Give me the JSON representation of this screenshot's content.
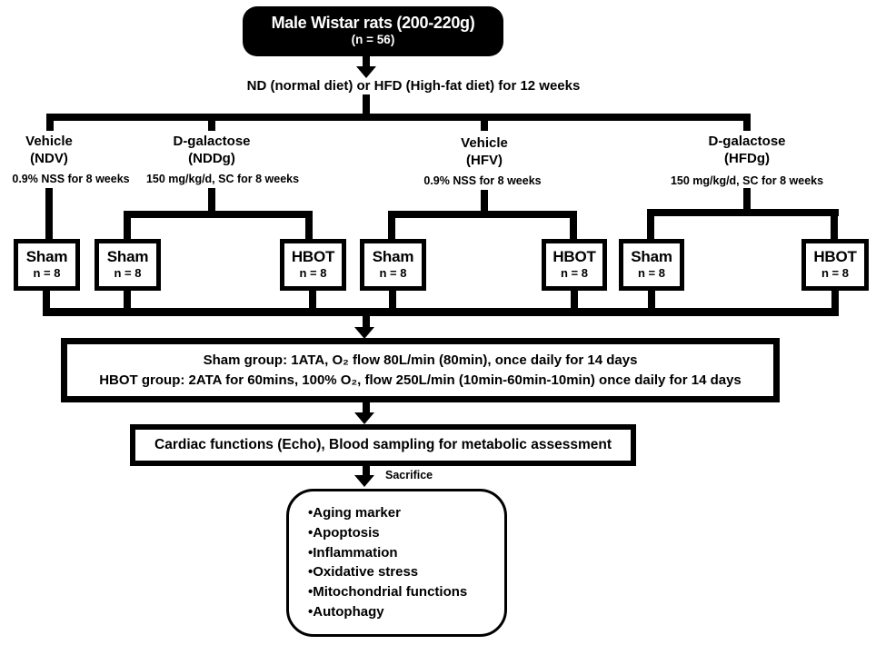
{
  "title_box": {
    "line1": "Male Wistar rats (200-220g)",
    "line2": "(n = 56)"
  },
  "diet_text": "ND (normal diet) or HFD (High-fat diet) for 12 weeks",
  "groups": [
    {
      "name": "Vehicle",
      "code": "(NDV)",
      "dose": "0.9% NSS for 8 weeks"
    },
    {
      "name": "D-galactose",
      "code": "(NDDg)",
      "dose": "150 mg/kg/d, SC for 8 weeks"
    },
    {
      "name": "Vehicle",
      "code": "(HFV)",
      "dose": "0.9% NSS for 8 weeks"
    },
    {
      "name": "D-galactose",
      "code": "(HFDg)",
      "dose": "150 mg/kg/d, SC for 8 weeks"
    }
  ],
  "arm_boxes": [
    {
      "label": "Sham",
      "n": "n = 8"
    },
    {
      "label": "Sham",
      "n": "n = 8"
    },
    {
      "label": "HBOT",
      "n": "n = 8"
    },
    {
      "label": "Sham",
      "n": "n = 8"
    },
    {
      "label": "HBOT",
      "n": "n = 8"
    },
    {
      "label": "Sham",
      "n": "n = 8"
    },
    {
      "label": "HBOT",
      "n": "n = 8"
    }
  ],
  "protocol_box": {
    "line1": "Sham group: 1ATA, O₂ flow 80L/min (80min), once daily for 14 days",
    "line2": "HBOT group: 2ATA for 60mins, 100% O₂, flow 250L/min (10min-60min-10min) once daily for 14 days"
  },
  "assessment_text": "Cardiac functions (Echo), Blood sampling for metabolic assessment",
  "sacrifice_label": "Sacrifice",
  "outcomes": [
    "•Aging marker",
    "•Apoptosis",
    "•Inflammation",
    "•Oxidative stress",
    "•Mitochondrial functions",
    "•Autophagy"
  ],
  "colors": {
    "line": "#000000",
    "box_fill": "#ffffff",
    "title_fill": "#000000",
    "title_text": "#ffffff"
  }
}
